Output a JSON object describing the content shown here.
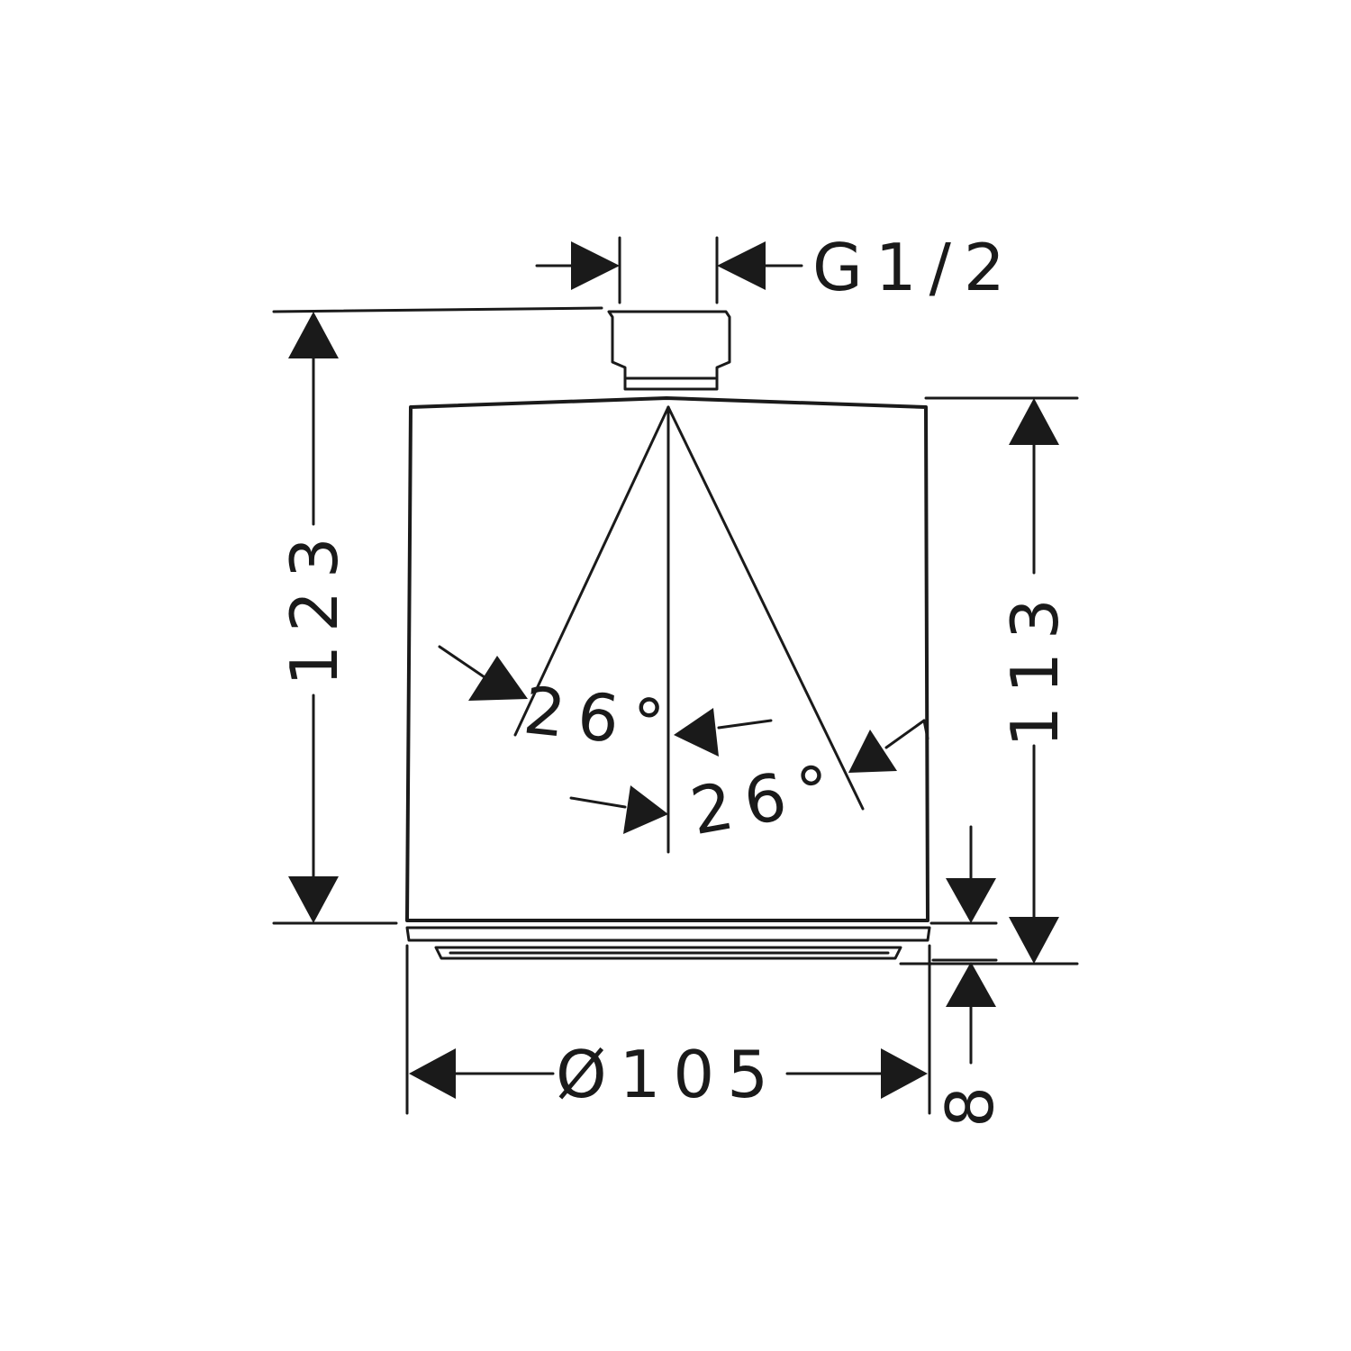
{
  "dimensions": {
    "thread": "G1/2",
    "height_total": "123",
    "height_body": "113",
    "diameter": "Ø105",
    "spray_height": "8",
    "angle_left": "26°",
    "angle_right": "26°"
  },
  "colors": {
    "line": "#1a1a1a",
    "background": "#ffffff"
  }
}
